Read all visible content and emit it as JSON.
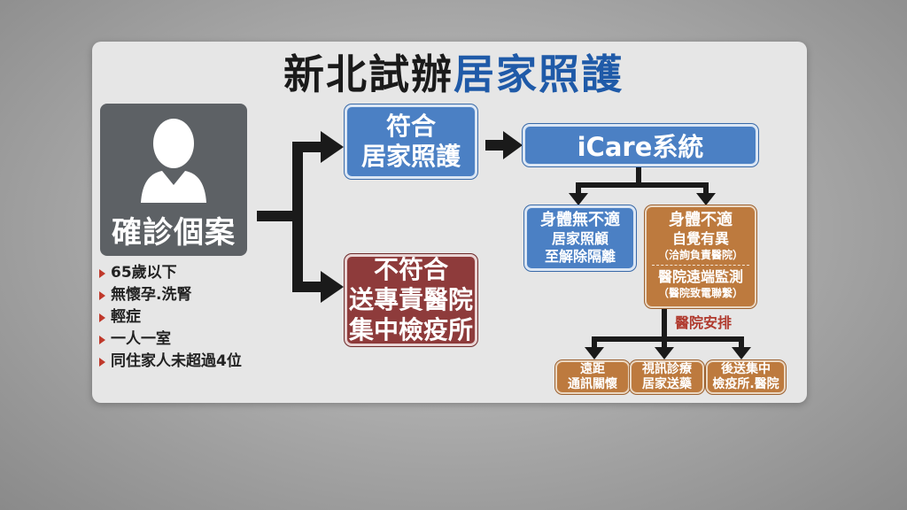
{
  "title": {
    "part1": "新北試辦",
    "part2": "居家照護"
  },
  "case": {
    "label": "確診個案"
  },
  "conditions": [
    "65歲以下",
    "無懷孕.洗腎",
    "輕症",
    "一人一室",
    "同住家人未超過4位"
  ],
  "eligible": {
    "line1": "符合",
    "line2": "居家照護"
  },
  "ineligible": {
    "line1": "不符合",
    "line2": "送專責醫院",
    "line3": "集中檢疫所"
  },
  "system": {
    "label": "iCare系統"
  },
  "fine": {
    "line1": "身體無不適",
    "line2": "居家照顧",
    "line3": "至解除隔離"
  },
  "unwell": {
    "line1": "身體不適",
    "line2": "自覺有異",
    "note1": "（洽詢負責醫院）",
    "line3": "醫院遠端監測",
    "note2": "（醫院致電聯繫）"
  },
  "hospital_arrange": "醫院安排",
  "outcomes": [
    {
      "line1": "遠距",
      "line2": "通訊關懷"
    },
    {
      "line1": "視訊診療",
      "line2": "居家送藥"
    },
    {
      "line1": "後送集中",
      "line2": "檢疫所.醫院"
    }
  ],
  "colors": {
    "blue": "#4b80c4",
    "red": "#8e3b3b",
    "orange": "#bd7a3e",
    "title_blue": "#1f5aa8"
  }
}
